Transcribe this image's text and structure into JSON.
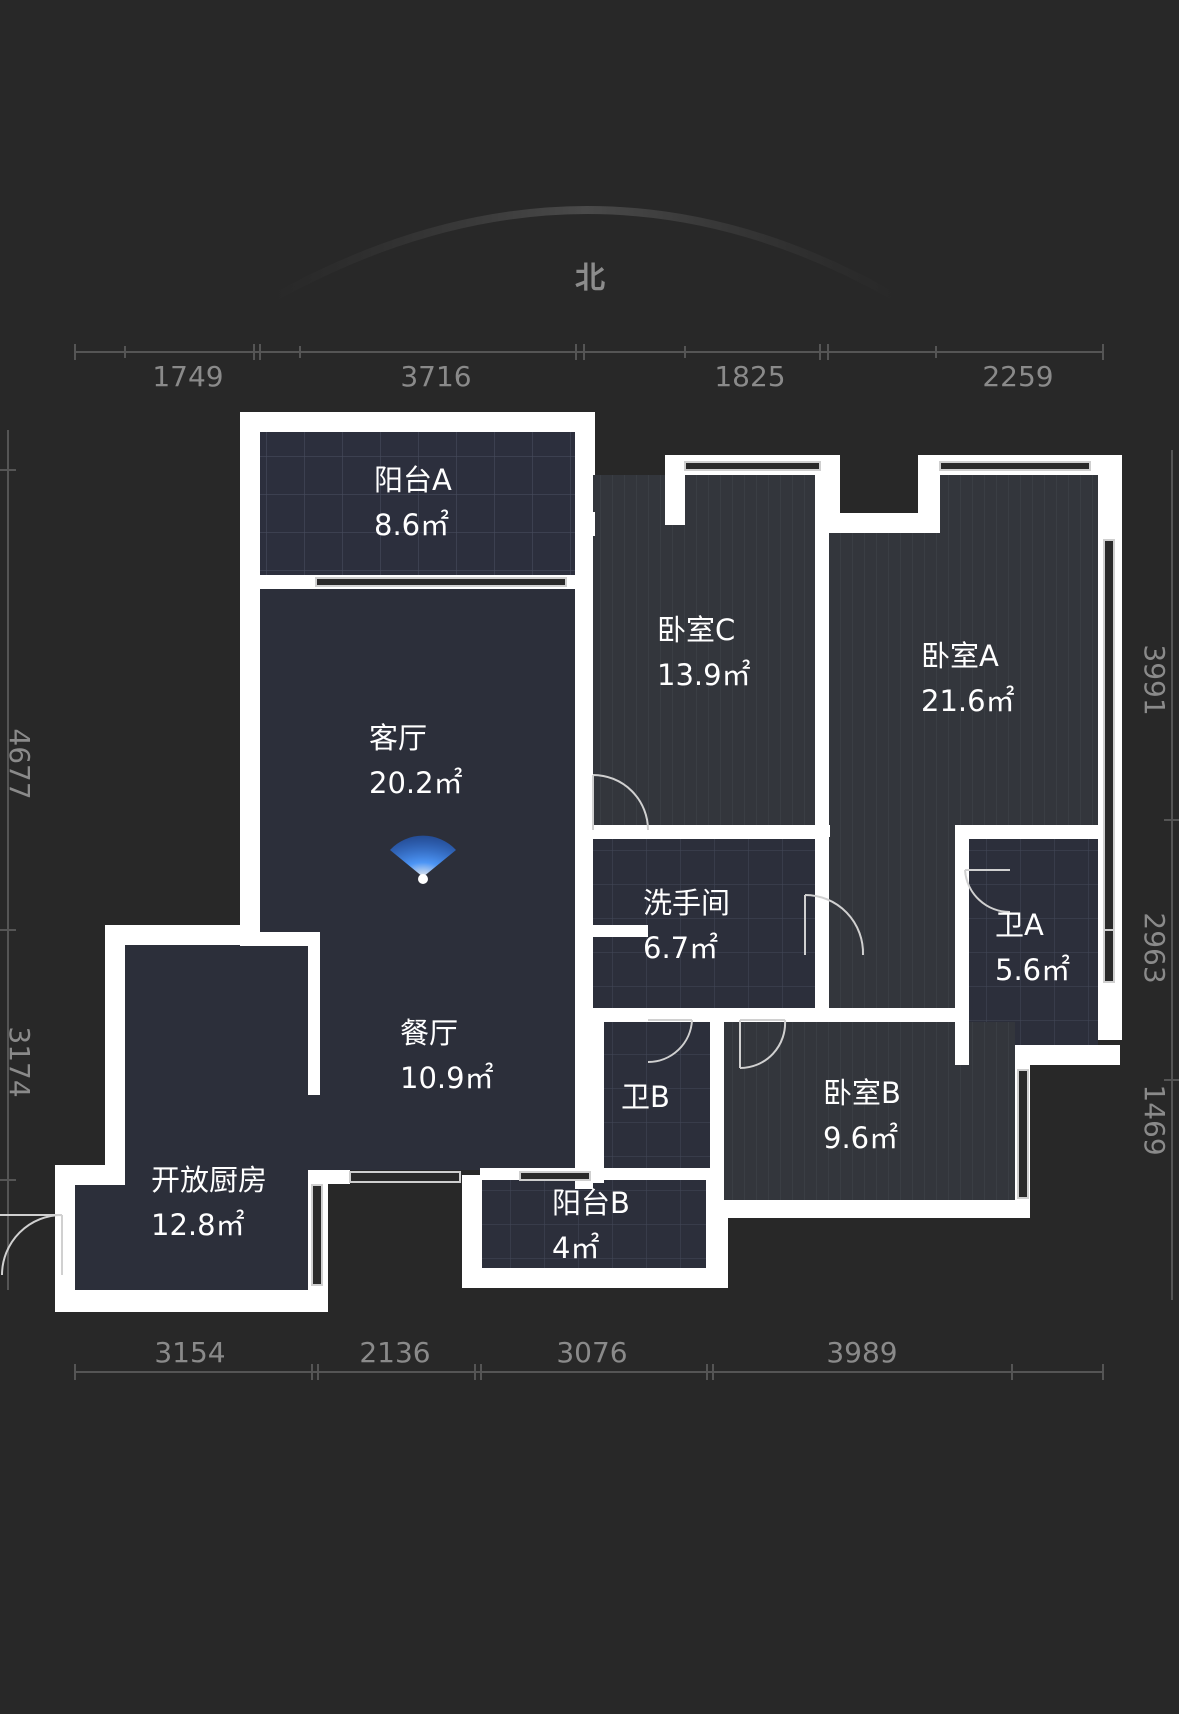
{
  "compass": {
    "label": "北"
  },
  "dimensions": {
    "top": [
      "1749",
      "3716",
      "1825",
      "2259"
    ],
    "bottom": [
      "3154",
      "2136",
      "3076",
      "3989"
    ],
    "left": [
      "4677",
      "3174"
    ],
    "right": [
      "3991",
      "2963",
      "1469"
    ]
  },
  "rooms": {
    "balcony_a": {
      "name": "阳台A",
      "area": "8.6㎡"
    },
    "living": {
      "name": "客厅",
      "area": "20.2㎡"
    },
    "dining": {
      "name": "餐厅",
      "area": "10.9㎡"
    },
    "kitchen": {
      "name": "开放厨房",
      "area": "12.8㎡"
    },
    "bedroom_c": {
      "name": "卧室C",
      "area": "13.9㎡"
    },
    "bedroom_a": {
      "name": "卧室A",
      "area": "21.6㎡"
    },
    "washroom": {
      "name": "洗手间",
      "area": "6.7㎡"
    },
    "bath_a": {
      "name": "卫A",
      "area": "5.6㎡"
    },
    "bath_b": {
      "name": "卫B",
      "area": ""
    },
    "bedroom_b": {
      "name": "卧室B",
      "area": "9.6㎡"
    },
    "balcony_b": {
      "name": "阳台B",
      "area": "4㎡"
    }
  },
  "colors": {
    "background": "#282828",
    "wall": "#ffffff",
    "room_fill": "#2c2f3a",
    "camera": "#3d8cff",
    "dimension_text": "#8a8a8a"
  }
}
